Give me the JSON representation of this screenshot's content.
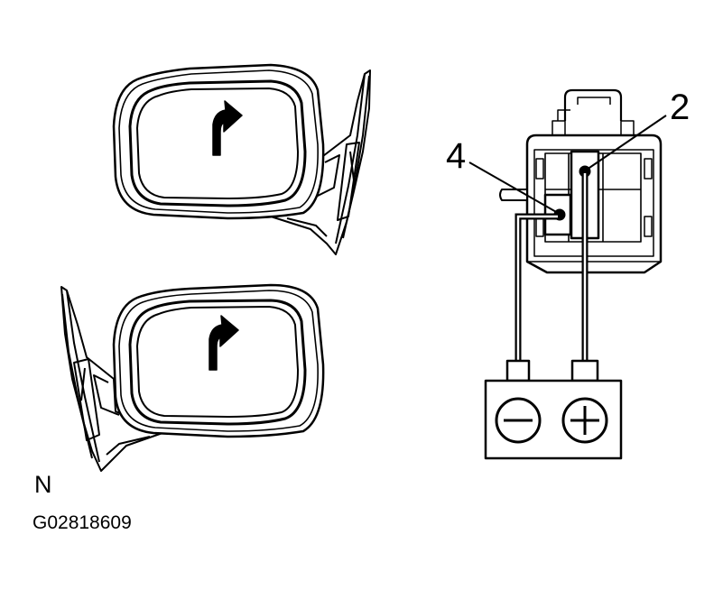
{
  "figure": {
    "pin_terminal_top": "2",
    "pin_terminal_left": "4",
    "side_marker": "N",
    "figure_id": "G02818609"
  },
  "colors": {
    "ink": "#000000",
    "paper": "#ffffff",
    "body": "#ffffff"
  },
  "icons": {
    "mirror_arrow": "curved-arrow-up",
    "battery_negative": "minus-sign",
    "battery_positive": "plus-sign"
  }
}
